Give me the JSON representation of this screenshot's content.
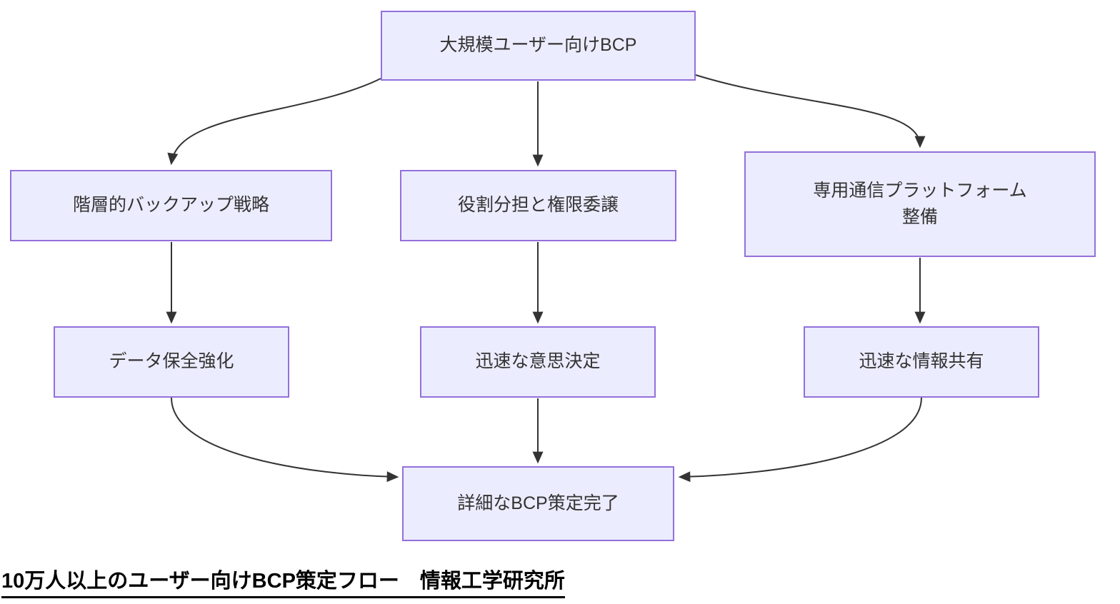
{
  "diagram": {
    "type": "flowchart",
    "direction": "top-down",
    "colors": {
      "background": "#ffffff",
      "node_fill": "#ECECFF",
      "node_border": "#9370DB",
      "edge": "#333333",
      "node_text": "#333333",
      "caption_text": "#000000"
    },
    "nodes": [
      {
        "id": "root",
        "label": "大規模ユーザー向けBCP"
      },
      {
        "id": "backup",
        "label": "階層的バックアップ戦略"
      },
      {
        "id": "roles",
        "label": "役割分担と権限委譲"
      },
      {
        "id": "platform",
        "label": "専用通信プラットフォーム\n整備"
      },
      {
        "id": "data",
        "label": "データ保全強化"
      },
      {
        "id": "decision",
        "label": "迅速な意思決定"
      },
      {
        "id": "share",
        "label": "迅速な情報共有"
      },
      {
        "id": "done",
        "label": "詳細なBCP策定完了"
      }
    ],
    "edges": [
      {
        "from": "大規模ユーザー向けBCP",
        "to": "階層的バックアップ戦略"
      },
      {
        "from": "大規模ユーザー向けBCP",
        "to": "役割分担と権限委譲"
      },
      {
        "from": "大規模ユーザー向けBCP",
        "to": "専用通信プラットフォーム整備"
      },
      {
        "from": "階層的バックアップ戦略",
        "to": "データ保全強化"
      },
      {
        "from": "役割分担と権限委譲",
        "to": "迅速な意思決定"
      },
      {
        "from": "専用通信プラットフォーム整備",
        "to": "迅速な情報共有"
      },
      {
        "from": "データ保全強化",
        "to": "詳細なBCP策定完了"
      },
      {
        "from": "迅速な意思決定",
        "to": "詳細なBCP策定完了"
      },
      {
        "from": "迅速な情報共有",
        "to": "詳細なBCP策定完了"
      }
    ]
  },
  "caption": {
    "text": "10万人以上のユーザー向けBCP策定フロー　情報工学研究所"
  }
}
